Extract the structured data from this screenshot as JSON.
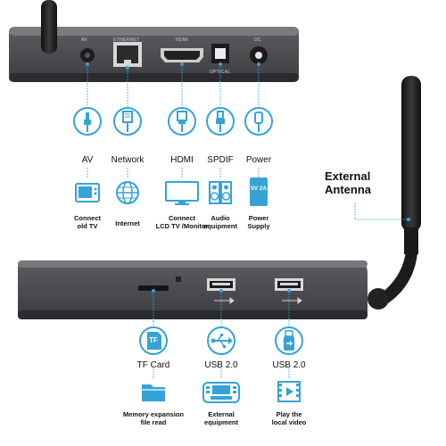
{
  "top_ports": [
    {
      "label": "AV",
      "desc": "Connect\nold TV"
    },
    {
      "label": "Network",
      "desc": "Internet"
    },
    {
      "label": "HDMI",
      "desc": "Connect\nLCD TV /Monitor"
    },
    {
      "label": "SPDIF",
      "desc": "Audio\nequipment"
    },
    {
      "label": "Power",
      "desc": "Power\nSupply"
    }
  ],
  "bottom_ports": [
    {
      "label": "TF Card",
      "desc": "Memory expansion\nfile read"
    },
    {
      "label": "USB 2.0",
      "desc": "External\nequipment"
    },
    {
      "label": "USB 2.0",
      "desc": "Play the\nlocal video"
    }
  ],
  "antenna_label": {
    "line1": "External",
    "line2": "Antenna"
  },
  "device_print": {
    "av": "AV",
    "lan": "ETHERNET",
    "hdmi": "HDMI",
    "optical": "OPTICAL",
    "dc": "DC"
  },
  "icon_text": {
    "tf": "TF",
    "power": "5V 2A"
  },
  "colors": {
    "accent": "#35a3d8",
    "device": "#5b5c60",
    "device_dark": "#2e2f33"
  }
}
